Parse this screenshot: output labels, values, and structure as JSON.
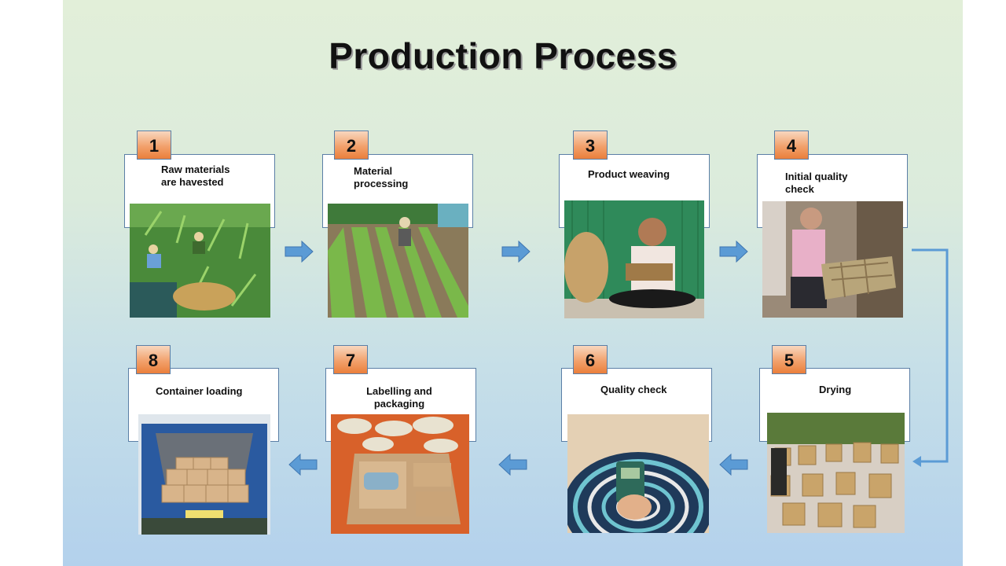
{
  "title": "Production Process",
  "colors": {
    "accent_blue": "#5b9bd5",
    "badge_orange": "#ea7f3b"
  },
  "steps": [
    {
      "number": "1",
      "label": "Raw materials\nare havested",
      "photo": "harvesting water hyacinth in river"
    },
    {
      "number": "2",
      "label": "Material\nprocessing",
      "photo": "drying hyacinth stems in field"
    },
    {
      "number": "3",
      "label": "Product weaving",
      "photo": "woman weaving basket"
    },
    {
      "number": "4",
      "label": "Initial quality\ncheck",
      "photo": "worker checking woven frame"
    },
    {
      "number": "5",
      "label": "Drying",
      "photo": "baskets drying outdoors"
    },
    {
      "number": "6",
      "label": "Quality check",
      "photo": "moisture meter on woven tray"
    },
    {
      "number": "7",
      "label": "Labelling and\npackaging",
      "photo": "products packed in cartons"
    },
    {
      "number": "8",
      "label": "Container loading",
      "photo": "cartons loaded in shipping container"
    }
  ]
}
